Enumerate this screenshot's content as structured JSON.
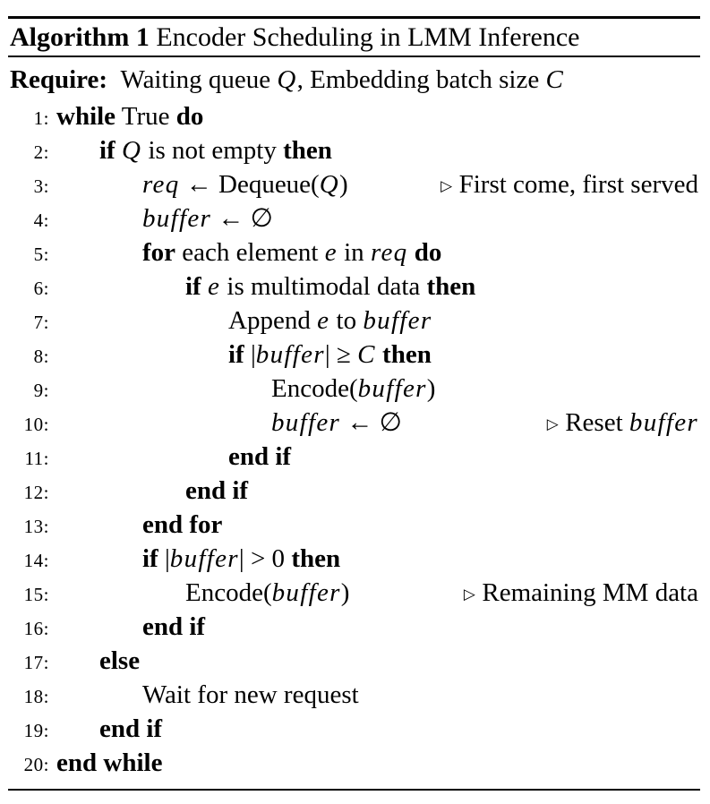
{
  "colors": {
    "text": "#000000",
    "background": "#ffffff"
  },
  "figure": {
    "type": "algorithm-pseudocode",
    "comment_marker": "▷",
    "title": [
      {
        "t": "Algorithm 1",
        "s": "b"
      },
      {
        "t": " Encoder Scheduling in LMM Inference",
        "s": "n"
      }
    ],
    "require": [
      {
        "t": "Require:",
        "s": "b"
      },
      {
        "t": "  Waiting queue ",
        "s": "n"
      },
      {
        "t": "Q",
        "s": "i"
      },
      {
        "t": ", Embedding batch size ",
        "s": "n"
      },
      {
        "t": "C",
        "s": "i"
      }
    ],
    "lines": [
      {
        "num": "1:",
        "indent": 0,
        "body": [
          {
            "t": "while",
            "s": "b"
          },
          {
            "t": " True ",
            "s": "n"
          },
          {
            "t": "do",
            "s": "b"
          }
        ]
      },
      {
        "num": "2:",
        "indent": 1,
        "body": [
          {
            "t": "if",
            "s": "b"
          },
          {
            "t": " ",
            "s": "n"
          },
          {
            "t": "Q",
            "s": "i"
          },
          {
            "t": " is not empty ",
            "s": "n"
          },
          {
            "t": "then",
            "s": "b"
          }
        ]
      },
      {
        "num": "3:",
        "indent": 2,
        "body": [
          {
            "t": "req",
            "s": "i"
          },
          {
            "t": " ← Dequeue(",
            "s": "n"
          },
          {
            "t": "Q",
            "s": "i"
          },
          {
            "t": ")",
            "s": "n"
          }
        ],
        "comment": [
          {
            "t": "First come, first served",
            "s": "n"
          }
        ]
      },
      {
        "num": "4:",
        "indent": 2,
        "body": [
          {
            "t": "buffer",
            "s": "i"
          },
          {
            "t": " ← ∅",
            "s": "n"
          }
        ]
      },
      {
        "num": "5:",
        "indent": 2,
        "body": [
          {
            "t": "for",
            "s": "b"
          },
          {
            "t": " each element ",
            "s": "n"
          },
          {
            "t": "e",
            "s": "i"
          },
          {
            "t": " in ",
            "s": "n"
          },
          {
            "t": "req",
            "s": "i"
          },
          {
            "t": " ",
            "s": "n"
          },
          {
            "t": "do",
            "s": "b"
          }
        ]
      },
      {
        "num": "6:",
        "indent": 3,
        "body": [
          {
            "t": "if",
            "s": "b"
          },
          {
            "t": " ",
            "s": "n"
          },
          {
            "t": "e",
            "s": "i"
          },
          {
            "t": " is multimodal data ",
            "s": "n"
          },
          {
            "t": "then",
            "s": "b"
          }
        ]
      },
      {
        "num": "7:",
        "indent": 4,
        "body": [
          {
            "t": "Append ",
            "s": "n"
          },
          {
            "t": "e",
            "s": "i"
          },
          {
            "t": " to ",
            "s": "n"
          },
          {
            "t": "buffer",
            "s": "i"
          }
        ]
      },
      {
        "num": "8:",
        "indent": 4,
        "body": [
          {
            "t": "if",
            "s": "b"
          },
          {
            "t": " |",
            "s": "n"
          },
          {
            "t": "buffer",
            "s": "i"
          },
          {
            "t": "| ≥ ",
            "s": "n"
          },
          {
            "t": "C",
            "s": "i"
          },
          {
            "t": " ",
            "s": "n"
          },
          {
            "t": "then",
            "s": "b"
          }
        ]
      },
      {
        "num": "9:",
        "indent": 5,
        "body": [
          {
            "t": "Encode(",
            "s": "n"
          },
          {
            "t": "buffer",
            "s": "i"
          },
          {
            "t": ")",
            "s": "n"
          }
        ]
      },
      {
        "num": "10:",
        "indent": 5,
        "body": [
          {
            "t": "buffer",
            "s": "i"
          },
          {
            "t": " ← ∅",
            "s": "n"
          }
        ],
        "comment": [
          {
            "t": "Reset ",
            "s": "n"
          },
          {
            "t": "buffer",
            "s": "i"
          }
        ]
      },
      {
        "num": "11:",
        "indent": 4,
        "body": [
          {
            "t": "end if",
            "s": "b"
          }
        ]
      },
      {
        "num": "12:",
        "indent": 3,
        "body": [
          {
            "t": "end if",
            "s": "b"
          }
        ]
      },
      {
        "num": "13:",
        "indent": 2,
        "body": [
          {
            "t": "end for",
            "s": "b"
          }
        ]
      },
      {
        "num": "14:",
        "indent": 2,
        "body": [
          {
            "t": "if",
            "s": "b"
          },
          {
            "t": " |",
            "s": "n"
          },
          {
            "t": "buffer",
            "s": "i"
          },
          {
            "t": "| > 0 ",
            "s": "n"
          },
          {
            "t": "then",
            "s": "b"
          }
        ]
      },
      {
        "num": "15:",
        "indent": 3,
        "body": [
          {
            "t": "Encode(",
            "s": "n"
          },
          {
            "t": "buffer",
            "s": "i"
          },
          {
            "t": ")",
            "s": "n"
          }
        ],
        "comment": [
          {
            "t": "Remaining MM data",
            "s": "n"
          }
        ]
      },
      {
        "num": "16:",
        "indent": 2,
        "body": [
          {
            "t": "end if",
            "s": "b"
          }
        ]
      },
      {
        "num": "17:",
        "indent": 1,
        "body": [
          {
            "t": "else",
            "s": "b"
          }
        ]
      },
      {
        "num": "18:",
        "indent": 2,
        "body": [
          {
            "t": "Wait for new request",
            "s": "n"
          }
        ]
      },
      {
        "num": "19:",
        "indent": 1,
        "body": [
          {
            "t": "end if",
            "s": "b"
          }
        ]
      },
      {
        "num": "20:",
        "indent": 0,
        "body": [
          {
            "t": "end while",
            "s": "b"
          }
        ]
      }
    ]
  }
}
